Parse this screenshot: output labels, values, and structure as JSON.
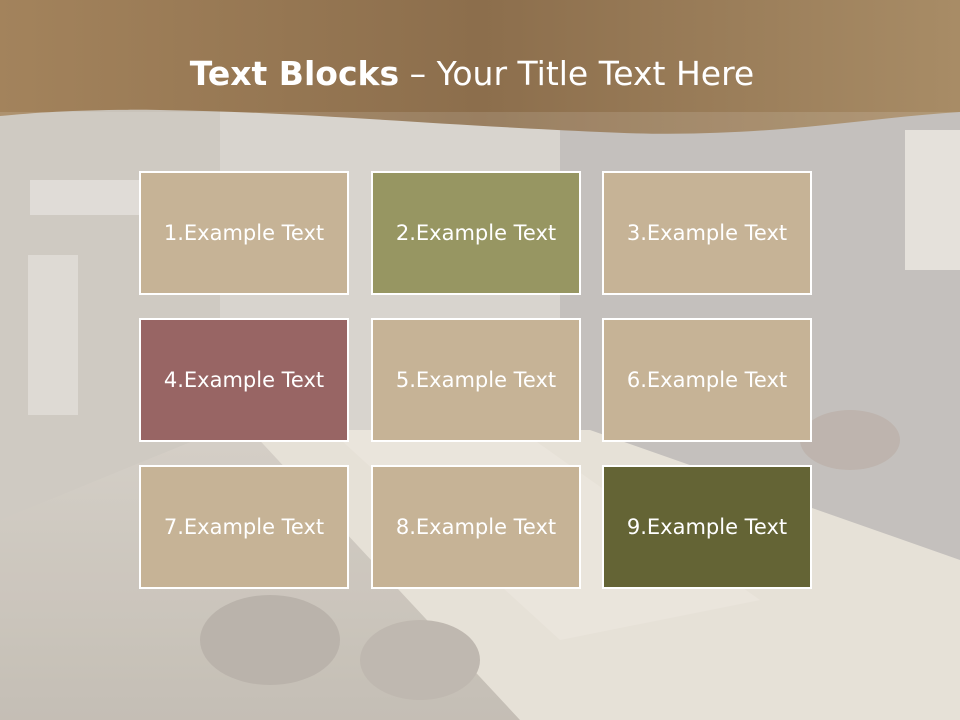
{
  "slide": {
    "title_bold": "Text Blocks",
    "title_dash": " – ",
    "title_rest": "Your Title Text Here"
  },
  "colors": {
    "header_band": "#9b7a53",
    "tan": "#c6b396",
    "olive_light": "#979662",
    "mauve": "#986564",
    "olive_dark": "#646435"
  },
  "blocks": [
    {
      "text": "1.Example Text",
      "color": "#c6b396"
    },
    {
      "text": "2.Example Text",
      "color": "#979662"
    },
    {
      "text": "3.Example Text",
      "color": "#c6b396"
    },
    {
      "text": "4.Example Text",
      "color": "#986564"
    },
    {
      "text": "5.Example Text",
      "color": "#c6b396"
    },
    {
      "text": "6.Example Text",
      "color": "#c6b396"
    },
    {
      "text": "7.Example Text",
      "color": "#c6b396"
    },
    {
      "text": "8.Example Text",
      "color": "#c6b396"
    },
    {
      "text": "9.Example Text",
      "color": "#646435"
    }
  ]
}
